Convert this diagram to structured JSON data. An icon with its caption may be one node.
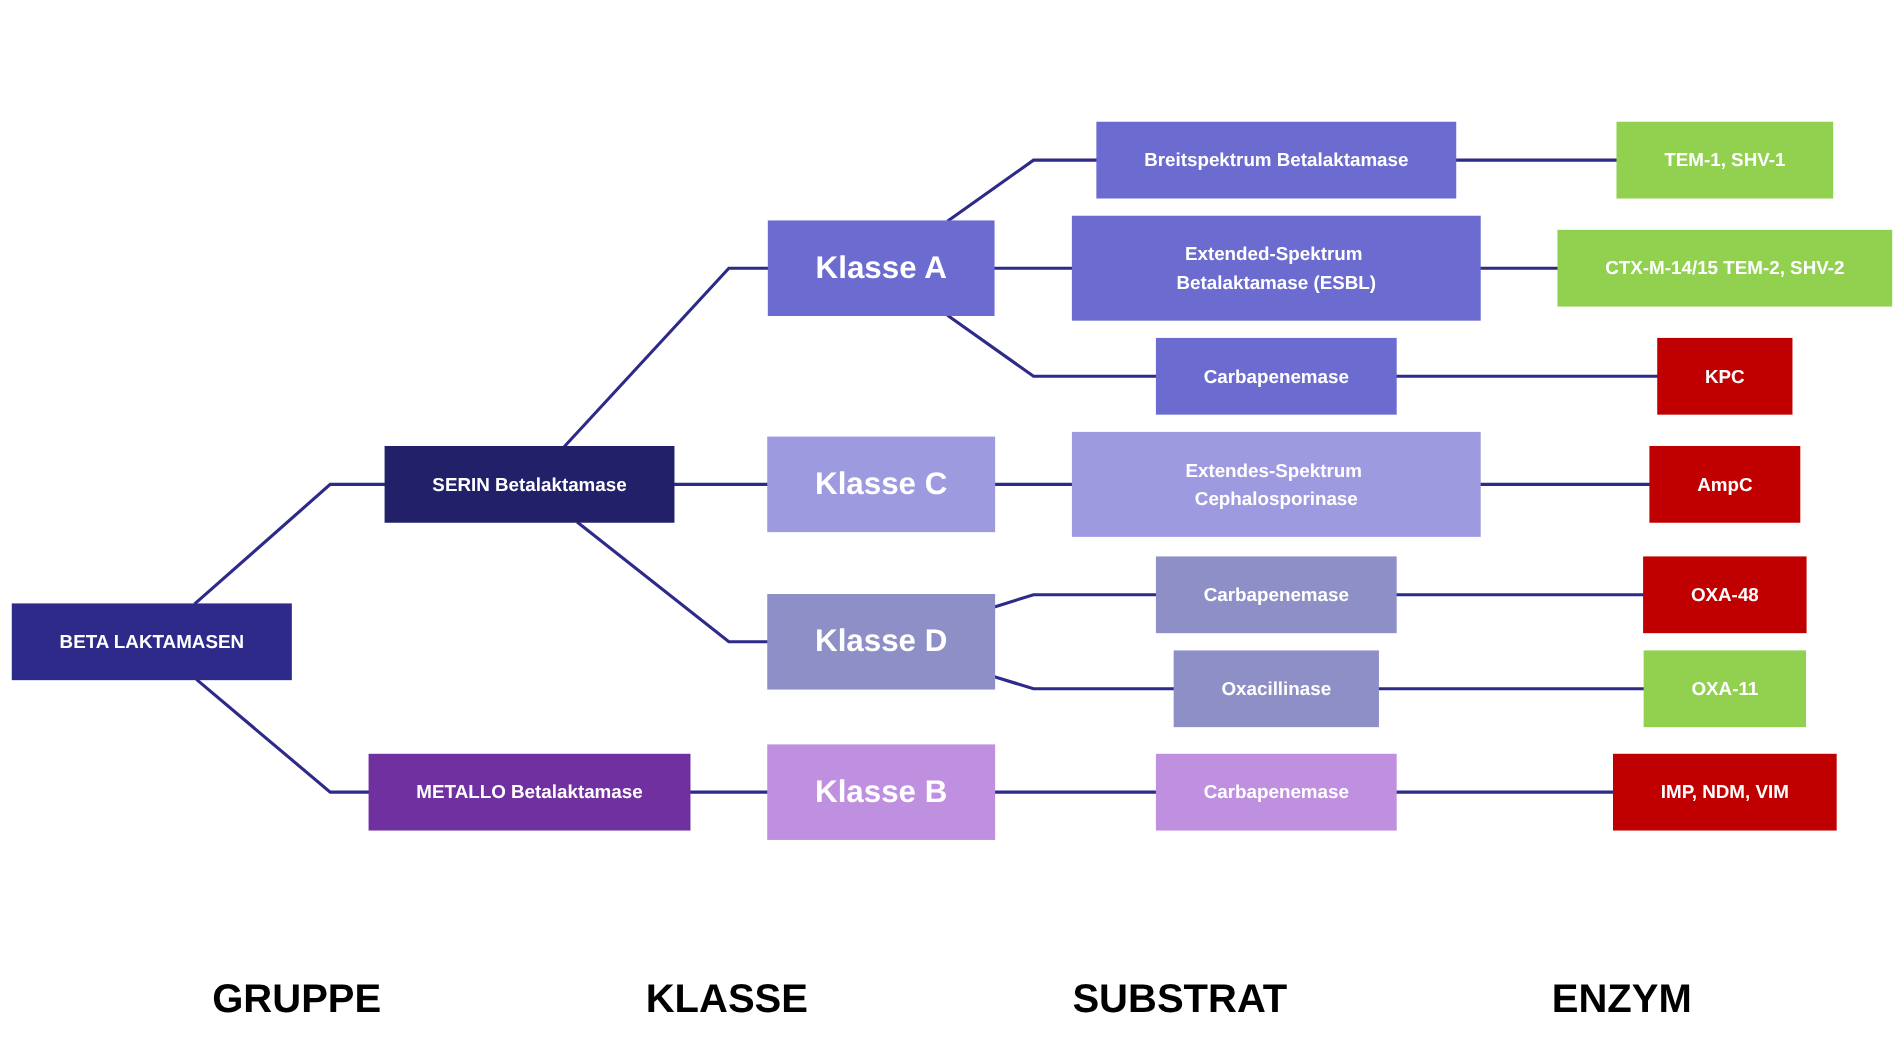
{
  "diagram": {
    "nodes": [
      {
        "text": [
          "BETA LAKTAMASEN"
        ]
      },
      {
        "text": [
          "SERIN Betalaktamase"
        ]
      },
      {
        "text": [
          "METALLO Betalaktamase"
        ]
      },
      {
        "text": [
          "Klasse A"
        ]
      },
      {
        "text": [
          "Klasse C"
        ]
      },
      {
        "text": [
          "Klasse D"
        ]
      },
      {
        "text": [
          "Klasse B"
        ]
      },
      {
        "text": [
          "Breitspektrum Betalaktamase"
        ]
      },
      {
        "text": [
          "Extended-Spektrum Betalaktamase (ESBL)"
        ]
      },
      {
        "text": [
          "Carbapenemase"
        ]
      },
      {
        "text": [
          "Extendes-Spektrum Cephalosporinase"
        ]
      },
      {
        "text": [
          "Carbapenemase"
        ]
      },
      {
        "text": [
          "Oxacillinase"
        ]
      },
      {
        "text": [
          "Carbapenemase"
        ]
      },
      {
        "text": [
          "TEM-1, SHV-1"
        ]
      },
      {
        "text": [
          "CTX-M-14/15 TEM-2, SHV-2"
        ]
      },
      {
        "text": [
          "KPC"
        ]
      },
      {
        "text": [
          "AmpC"
        ]
      },
      {
        "text": [
          "OXA-48"
        ]
      },
      {
        "text": [
          "OXA-11"
        ]
      },
      {
        "text": [
          "IMP, NDM, VIM"
        ]
      }
    ],
    "edges": [
      {
        "from": 0,
        "to": 1,
        "arrow": "none"
      },
      {
        "from": 0,
        "to": 2,
        "arrow": "none"
      },
      {
        "from": 1,
        "to": 3,
        "arrow": "none"
      },
      {
        "from": 1,
        "to": 4,
        "arrow": "none"
      },
      {
        "from": 1,
        "to": 5,
        "arrow": "none"
      },
      {
        "from": 2,
        "to": 6,
        "arrow": "none"
      },
      {
        "from": 3,
        "to": 7,
        "arrow": "none"
      },
      {
        "from": 3,
        "to": 8,
        "arrow": "none"
      },
      {
        "from": 3,
        "to": 9,
        "arrow": "none"
      },
      {
        "from": 4,
        "to": 10,
        "arrow": "none"
      },
      {
        "from": 5,
        "to": 11,
        "arrow": "none"
      },
      {
        "from": 5,
        "to": 12,
        "arrow": "none"
      },
      {
        "from": 6,
        "to": 13,
        "arrow": "none"
      },
      {
        "from": 7,
        "to": 14,
        "arrow": "none"
      },
      {
        "from": 8,
        "to": 15,
        "arrow": "none"
      },
      {
        "from": 9,
        "to": 16,
        "arrow": "none"
      },
      {
        "from": 10,
        "to": 17,
        "arrow": "none"
      },
      {
        "from": 11,
        "to": 18,
        "arrow": "none"
      },
      {
        "from": 12,
        "to": 19,
        "arrow": "none"
      },
      {
        "from": 13,
        "to": 20,
        "arrow": "none"
      }
    ],
    "labels": [
      "GRUPPE",
      "KLASSE",
      "SUBSTRAT",
      "ENZYM"
    ]
  }
}
